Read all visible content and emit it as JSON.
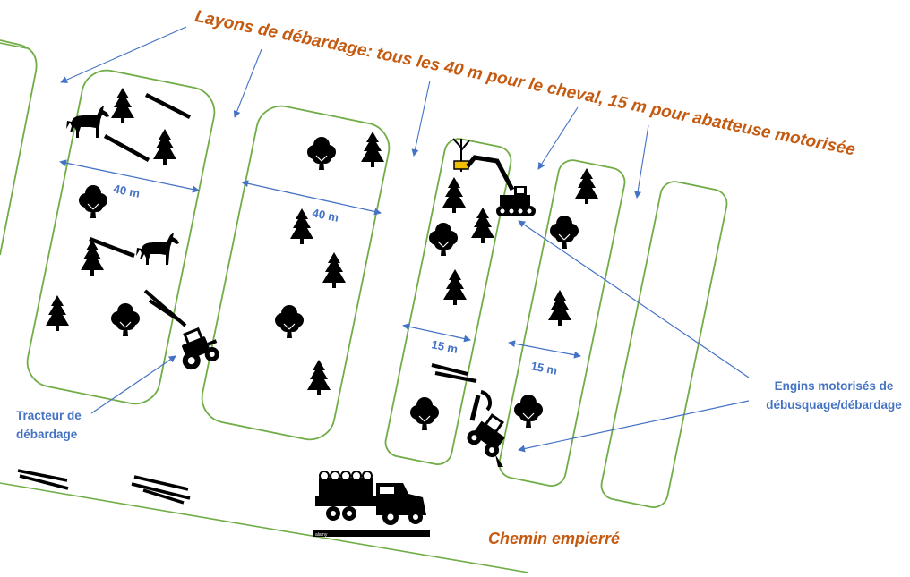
{
  "title": "Layons de débardage: tous les 40 m pour le cheval, 15 m pour abatteuse motorisée",
  "road_label": "Chemin empierré",
  "tractor_label": [
    "Tracteur de",
    "débardage"
  ],
  "machines_label": [
    "Engins motorisés de",
    "débusquage/débardage"
  ],
  "width_labels": [
    "40 m",
    "40 m",
    "15 m",
    "15 m"
  ],
  "stamp_text": "alamy",
  "colors": {
    "title": "#c55a11",
    "arrows": "#4472c4",
    "strip_border": "#70ad47",
    "icons": "#000000",
    "grapple": "#f0c000"
  },
  "icons": [
    "horse-icon",
    "conifer-tree-icon",
    "deciduous-tree-icon",
    "log-icon",
    "skidder-tractor-icon",
    "harvester-icon",
    "forwarder-icon",
    "log-truck-icon"
  ]
}
